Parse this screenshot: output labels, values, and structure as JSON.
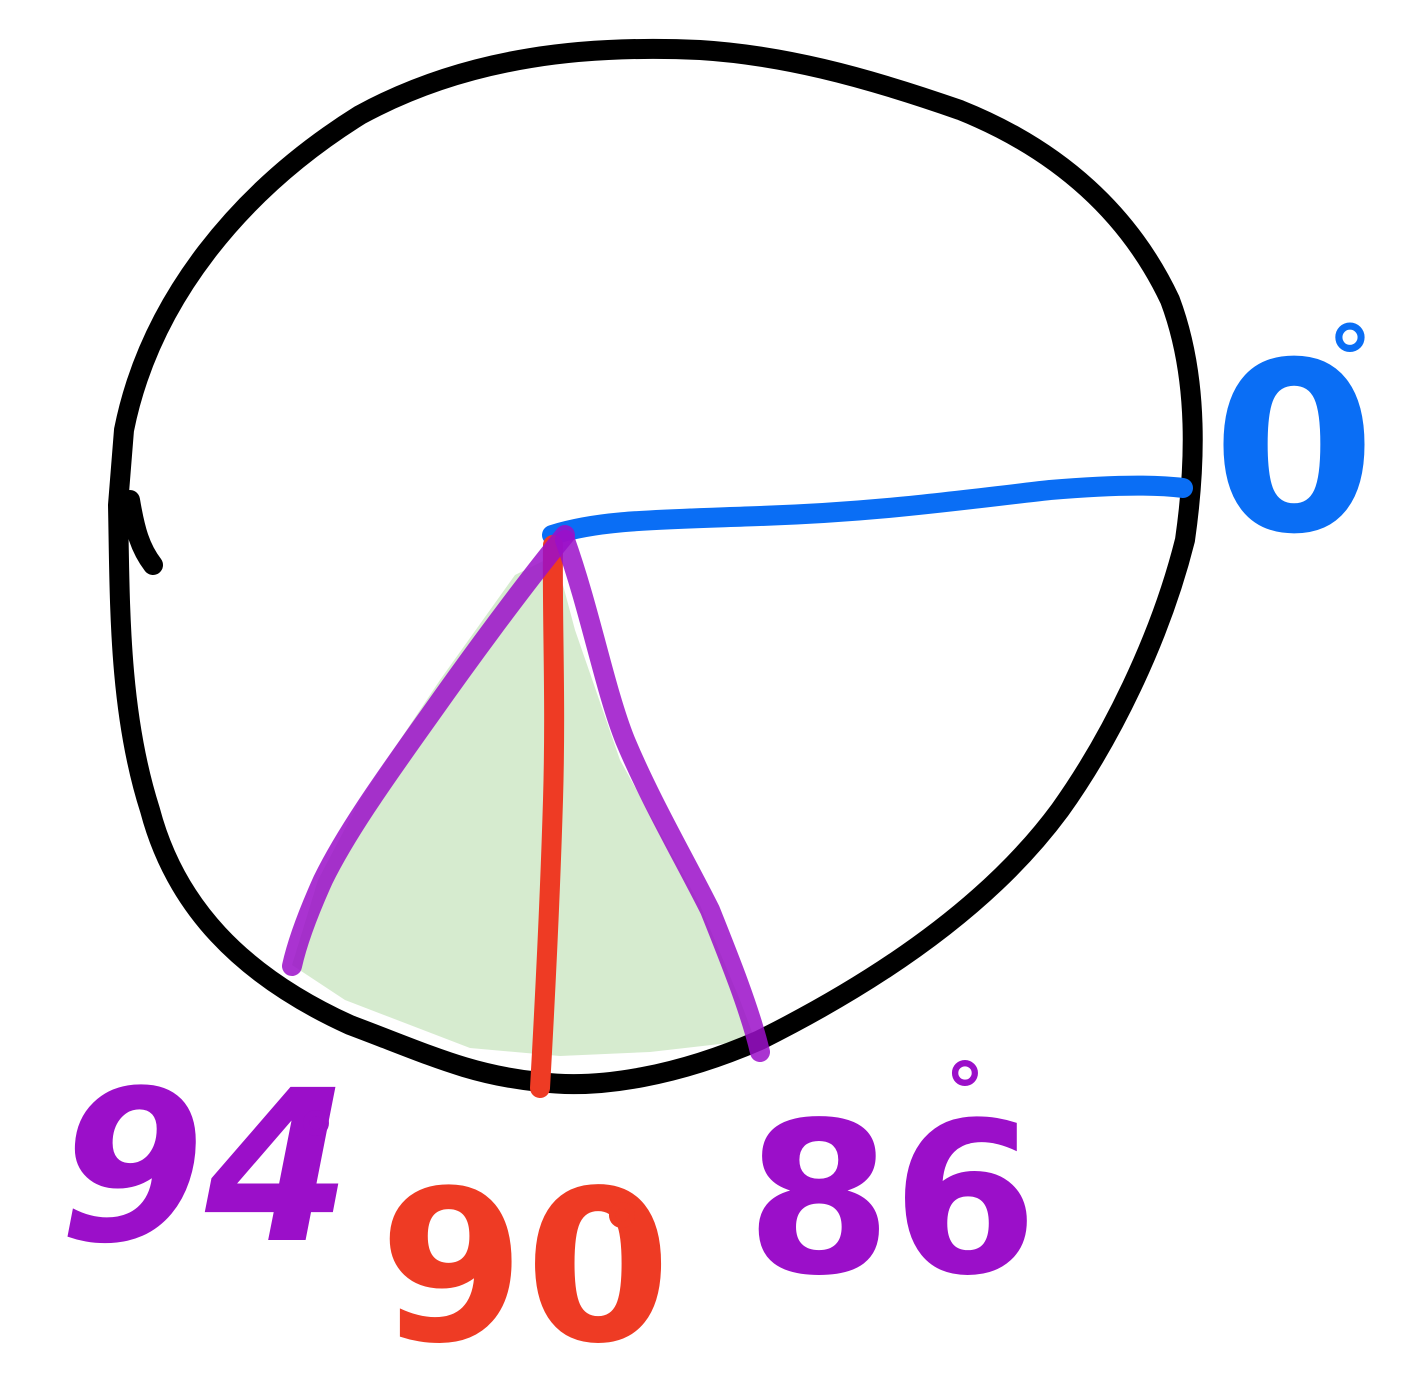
{
  "diagram": {
    "labels": {
      "zero": "0",
      "ninety_four": "94",
      "ninety": "90",
      "eighty_six": "86",
      "degree": "°"
    },
    "angles_deg": {
      "blue_ray": 0,
      "left_purple_ray": 94,
      "red_ray": 90,
      "right_purple_ray": 86
    },
    "colors": {
      "circle": "#000000",
      "blue_ray": "#0a6ef5",
      "red_ray": "#ee3b24",
      "purple_ray": "#9b0fc9",
      "sector_fill": "#d6ebcf"
    }
  }
}
